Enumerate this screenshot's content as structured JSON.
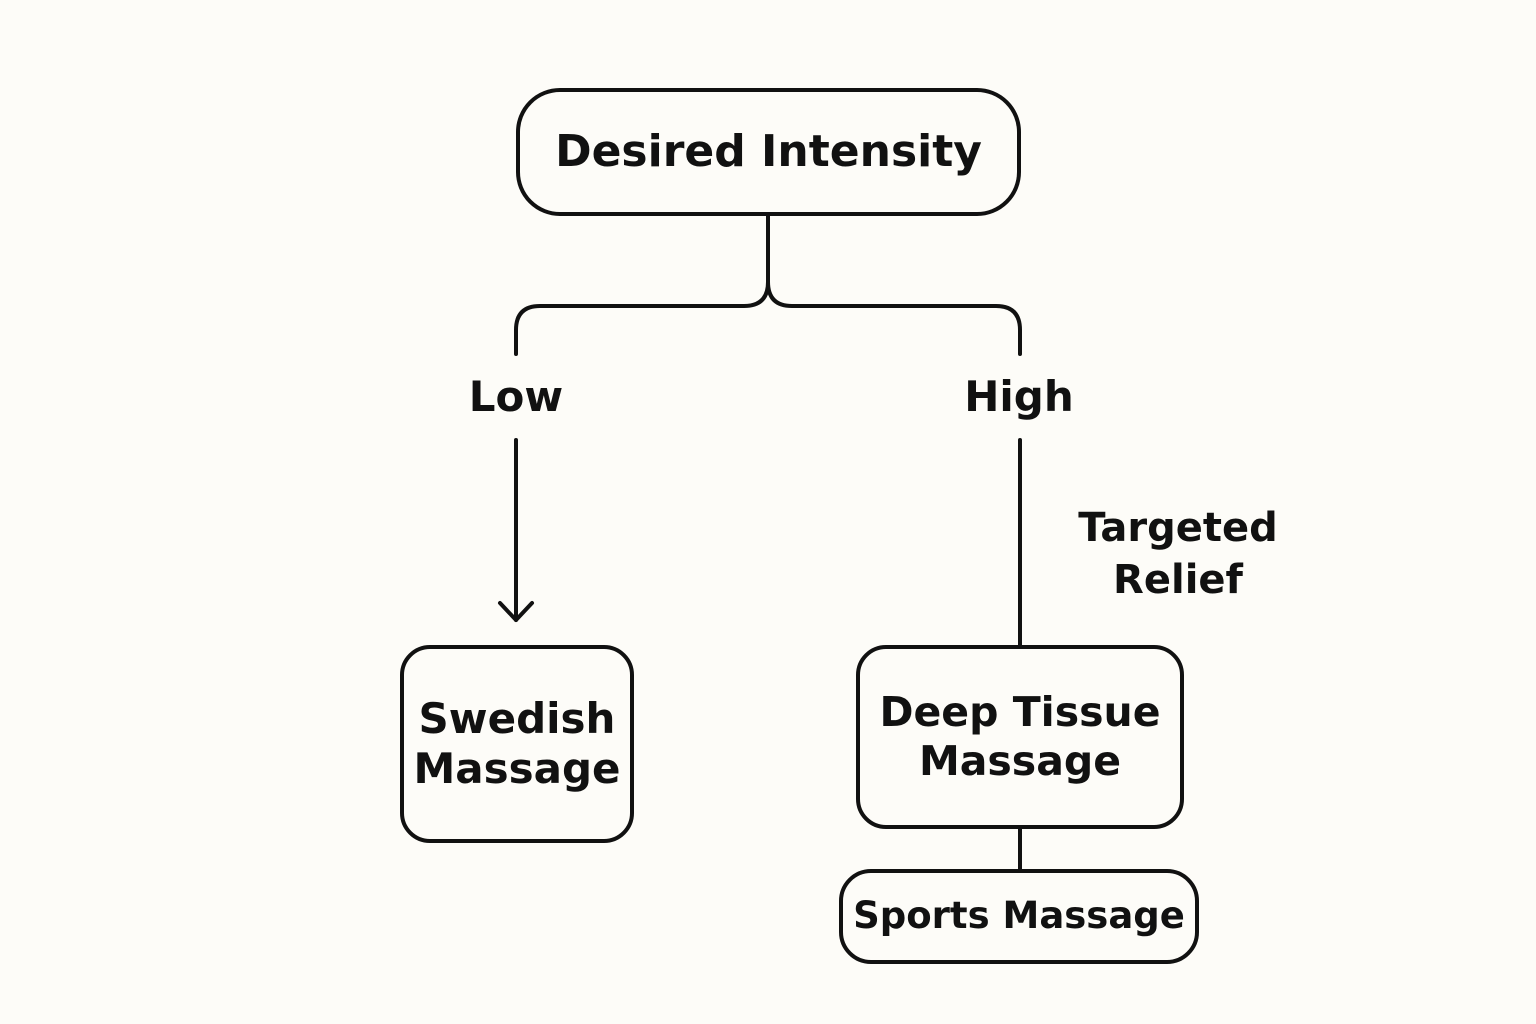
{
  "diagram": {
    "root": {
      "label": "Desired Intensity"
    },
    "branches": {
      "low": {
        "label": "Low"
      },
      "high": {
        "label": "High"
      }
    },
    "annotation": {
      "line1": "Targeted",
      "line2": "Relief"
    },
    "nodes": {
      "swedish": {
        "line1": "Swedish",
        "line2": "Massage"
      },
      "deep_tissue": {
        "line1": "Deep Tissue",
        "line2": "Massage"
      },
      "sports": {
        "label": "Sports Massage"
      }
    }
  },
  "colors": {
    "background": "#fdfcf8",
    "stroke": "#111111",
    "text": "#111111"
  }
}
